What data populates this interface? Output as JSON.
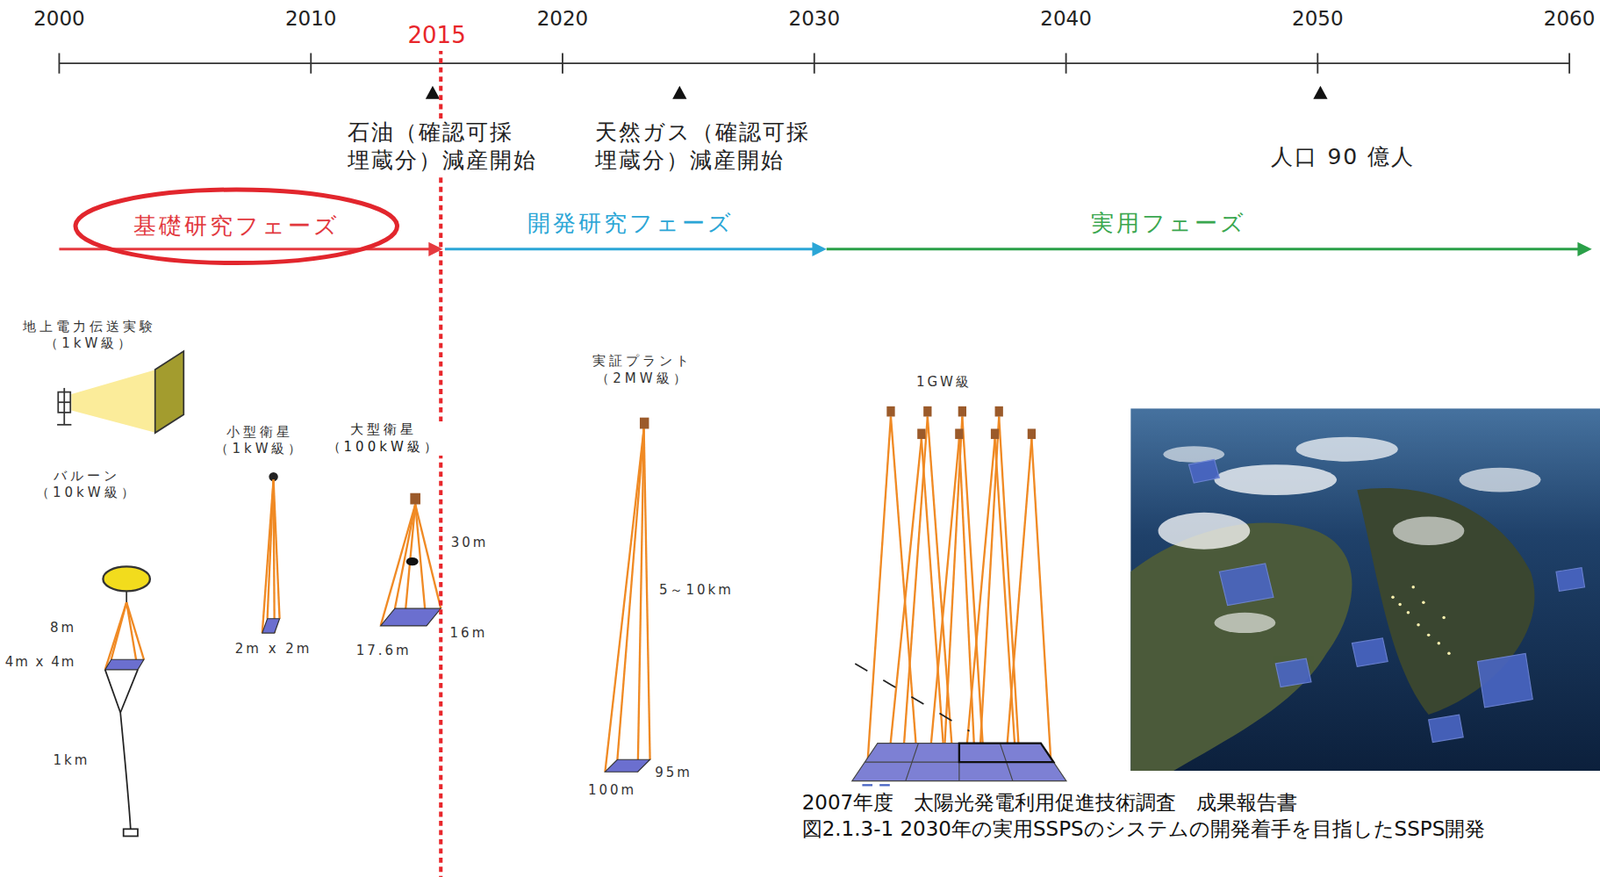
{
  "diagram": {
    "caption": "図2.1.3-1 2030年の実用SSPSのシステムの開発着手を目指したSSPS開発",
    "nodes": [
      {
        "text": [
          "基礎研究フェーズ"
        ]
      }
    ],
    "labels": [
      "2000",
      "2010",
      "2020",
      "2030",
      "2040",
      "2050",
      "2060",
      "2015",
      "石油（確認可採 埋蔵分）減産開始",
      "天然ガス（確認可採 埋蔵分）減産開始",
      "人口 90 億人",
      "開発研究フェーズ",
      "実用フェーズ",
      "地上電力伝送実験 （1kW級）",
      "バルーン （10kW級）",
      "8m",
      "4m x 4m",
      "1km",
      "小型衛星 （1kW級）",
      "2m x 2m",
      "大型衛星 （100kW級）",
      "30m",
      "16m",
      "17.6m",
      "実証プラント （2MW級）",
      "5～10km",
      "95m",
      "100m",
      "1GW級",
      "2007年度　太陽光発電利用促進技術調査　成果報告書"
    ]
  }
}
